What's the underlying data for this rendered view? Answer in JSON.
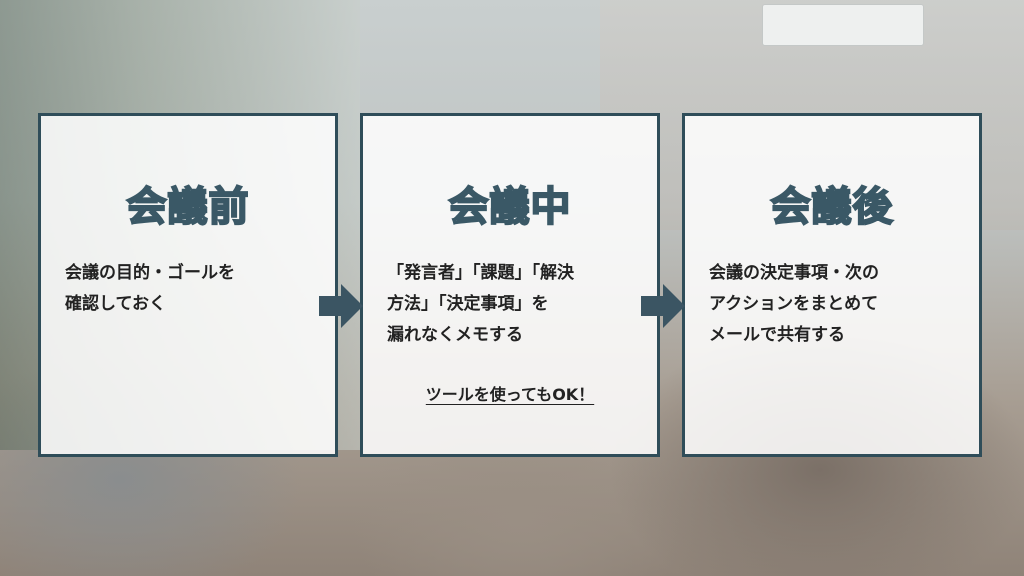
{
  "colors": {
    "border": "#2f4d59",
    "arrow": "#3b5563",
    "title_outline": "#3a5866",
    "text": "#222222"
  },
  "cards": [
    {
      "title": "会議前",
      "lines": [
        "会議の目的・ゴールを",
        "確認しておく"
      ]
    },
    {
      "title": "会議中",
      "lines": [
        "「発言者」「課題」「解決",
        "方法」「決定事項」を",
        "漏れなくメモする"
      ],
      "note": "ツールを使ってもOK！"
    },
    {
      "title": "会議後",
      "lines": [
        "会議の決定事項・次の",
        "アクションをまとめて",
        "メールで共有する"
      ]
    }
  ],
  "icons": [
    "arrow-right-icon",
    "arrow-right-icon"
  ]
}
